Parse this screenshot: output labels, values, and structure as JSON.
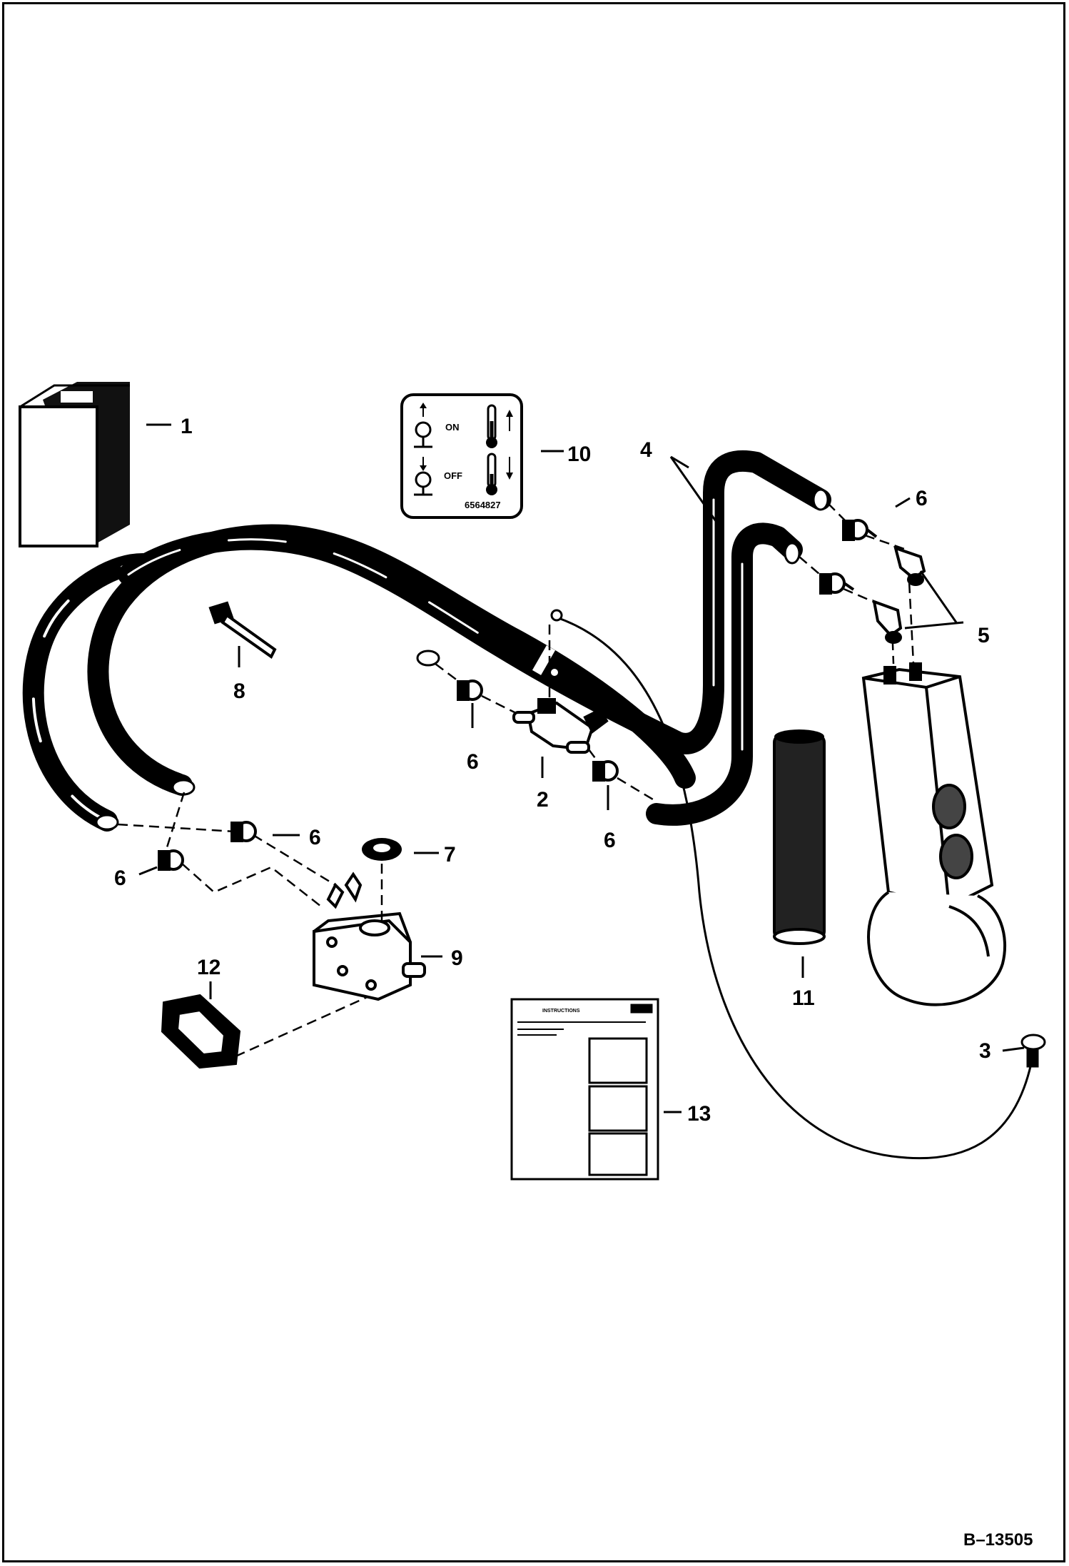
{
  "drawing_id": "B–13505",
  "callouts": {
    "c1": "1",
    "c2": "2",
    "c3": "3",
    "c4": "4",
    "c5": "5",
    "c6": "6",
    "c7": "7",
    "c8": "8",
    "c9": "9",
    "c10": "10",
    "c11": "11",
    "c12": "12",
    "c13": "13"
  },
  "decal": {
    "on_label": "ON",
    "off_label": "OFF",
    "part_number": "6564827"
  },
  "instructions_sheet": {
    "title": "INSTRUCTIONS"
  }
}
